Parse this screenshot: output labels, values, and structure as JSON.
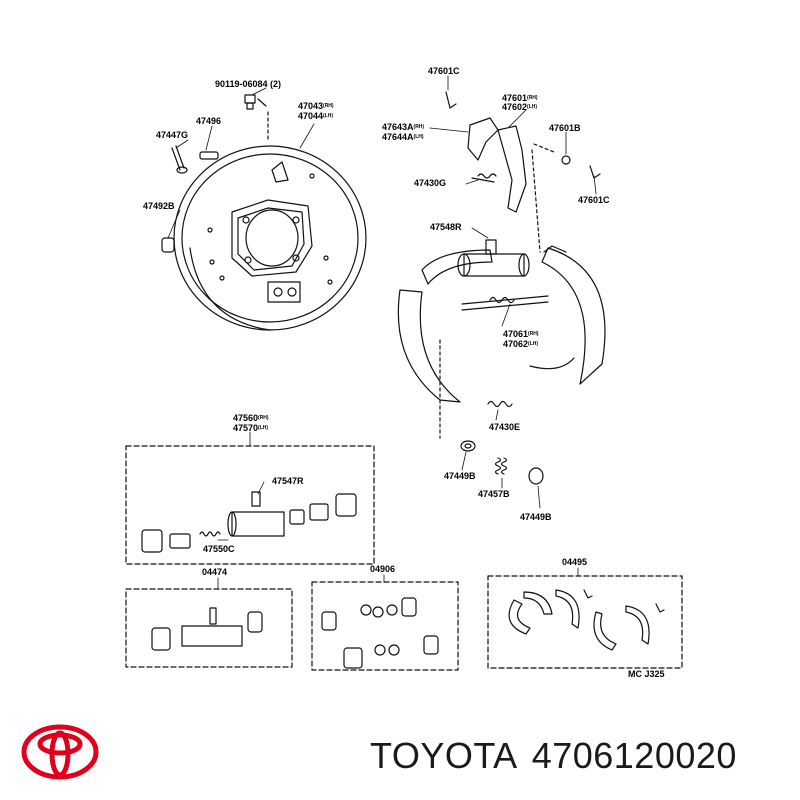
{
  "labels": {
    "p90119": "90119-06084 (2)",
    "p47043": "47043",
    "p47043_side": "(RH)",
    "p47044": "47044",
    "p47044_side": "(LH)",
    "p47496": "47496",
    "p47447G": "47447G",
    "p47492B": "47492B",
    "p47601C_top": "47601C",
    "p47601": "47601",
    "p47601_side": "(RH)",
    "p47602": "47602",
    "p47602_side": "(LH)",
    "p47643A": "47643A",
    "p47643A_side": "(RH)",
    "p47644A": "47644A",
    "p47644A_side": "(LH)",
    "p47601B": "47601B",
    "p47430G": "47430G",
    "p47601C_right": "47601C",
    "p47548R": "47548R",
    "p47061": "47061",
    "p47061_side": "(RH)",
    "p47062": "47062",
    "p47062_side": "(LH)",
    "p47430E": "47430E",
    "p47449B_left": "47449B",
    "p47457B": "47457B",
    "p47449B_right": "47449B",
    "p47560": "47560",
    "p47560_side": "(RH)",
    "p47570": "47570",
    "p47570_side": "(LH)",
    "p47547R": "47547R",
    "p47550C": "47550C",
    "p04474": "04474",
    "p04906": "04906",
    "p04495": "04495",
    "code": "MC J325"
  },
  "footer": {
    "brand": "TOYOTA",
    "part_number": "4706120020",
    "logo_color": "#e0001b",
    "text_color": "#1a1a1a"
  }
}
